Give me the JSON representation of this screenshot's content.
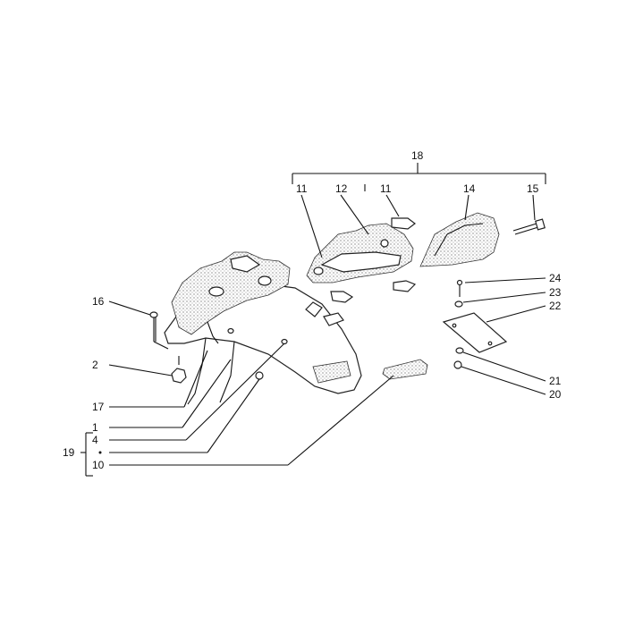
{
  "callouts": {
    "c18": "18",
    "c11a": "11",
    "c12": "12",
    "c11b": "11",
    "c14": "14",
    "c15": "15",
    "c16": "16",
    "c24": "24",
    "c23": "23",
    "c22": "22",
    "c2": "2",
    "c21": "21",
    "c20": "20",
    "c17": "17",
    "c1": "1",
    "c4": "4",
    "c19": "19",
    "c10": "10"
  }
}
